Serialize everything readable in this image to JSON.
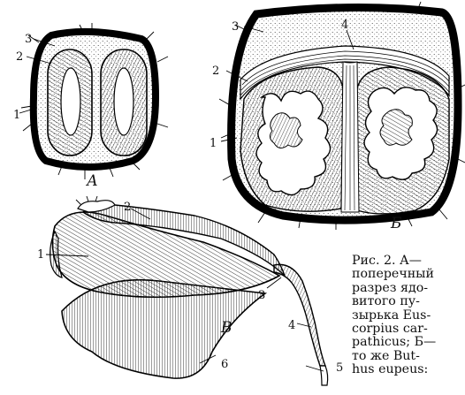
{
  "figure": {
    "panels": {
      "a": {
        "letter": "А",
        "labels": [
          "1",
          "2",
          "3"
        ]
      },
      "b": {
        "letter": "Б",
        "labels": [
          "1",
          "2",
          "3",
          "4"
        ]
      },
      "c": {
        "letter": "В",
        "labels": [
          "1",
          "2",
          "3",
          "4",
          "5",
          "6"
        ]
      }
    },
    "caption": {
      "lines": [
        "Рис. 2. А—",
        "поперечный",
        "разрез ядо-",
        "витого пу-",
        "зырька Eus-",
        "corpius car-",
        "pathicus; Б—",
        "то же But-",
        "hus eupeus:"
      ]
    }
  }
}
